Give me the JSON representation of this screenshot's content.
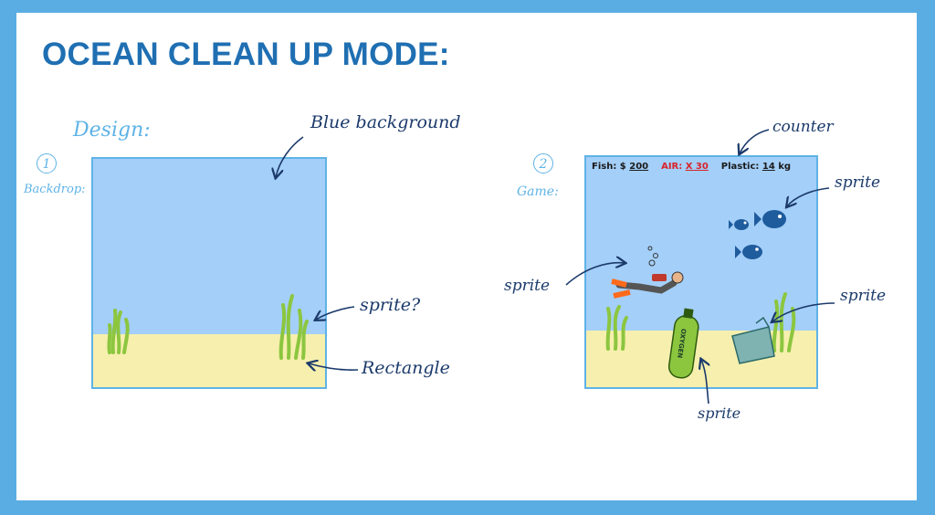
{
  "title": "OCEAN CLEAN UP MODE:",
  "design_label": "Design:",
  "backdrop": {
    "number": "1",
    "label": "Backdrop:"
  },
  "game": {
    "number": "2",
    "label": "Game:"
  },
  "hud": {
    "fish_label": "Fish: $",
    "fish_value": "200",
    "air_label": "AIR:",
    "air_value": "X 30",
    "plastic_label": "Plastic:",
    "plastic_value": "14",
    "plastic_unit": "kg"
  },
  "annotations": {
    "blue_background": "Blue background",
    "sprite_question": "sprite?",
    "rectangle": "Rectangle",
    "counter": "counter",
    "sprite_fish": "sprite",
    "sprite_diver": "sprite",
    "sprite_bag": "sprite",
    "sprite_tank": "sprite"
  },
  "tank_text": "OXYGEN",
  "colors": {
    "border": "#5aade3",
    "title": "#1f6fb2",
    "water": "#a4cff8",
    "sand": "#f6efad",
    "seaweed": "#8cc63f",
    "ink": "#1b3a6b",
    "air": "#d8242a"
  }
}
